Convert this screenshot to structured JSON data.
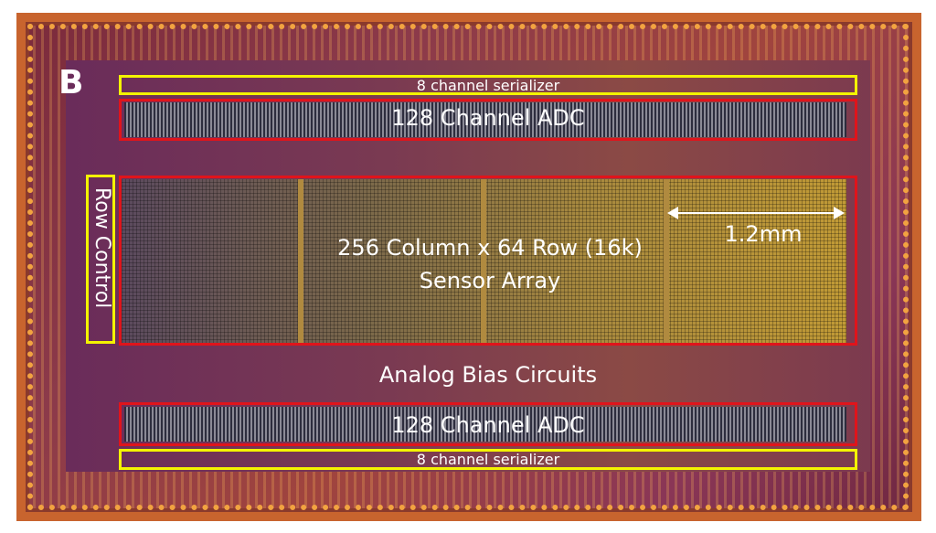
{
  "panel_letter": "B",
  "labels": {
    "serializer_top": "8 channel serializer",
    "adc_top": "128 Channel ADC",
    "row_control": "Row Control",
    "sensor_line1": "256 Column x 64 Row (16k)",
    "sensor_line2": "Sensor Array",
    "scale": "1.2mm",
    "bias": "Analog Bias Circuits",
    "adc_bottom": "128 Channel ADC",
    "serializer_bottom": "8 channel serializer"
  },
  "colors": {
    "highlight_red": "#e0141b",
    "highlight_yellow": "#f4f400",
    "text": "#ffffff"
  }
}
